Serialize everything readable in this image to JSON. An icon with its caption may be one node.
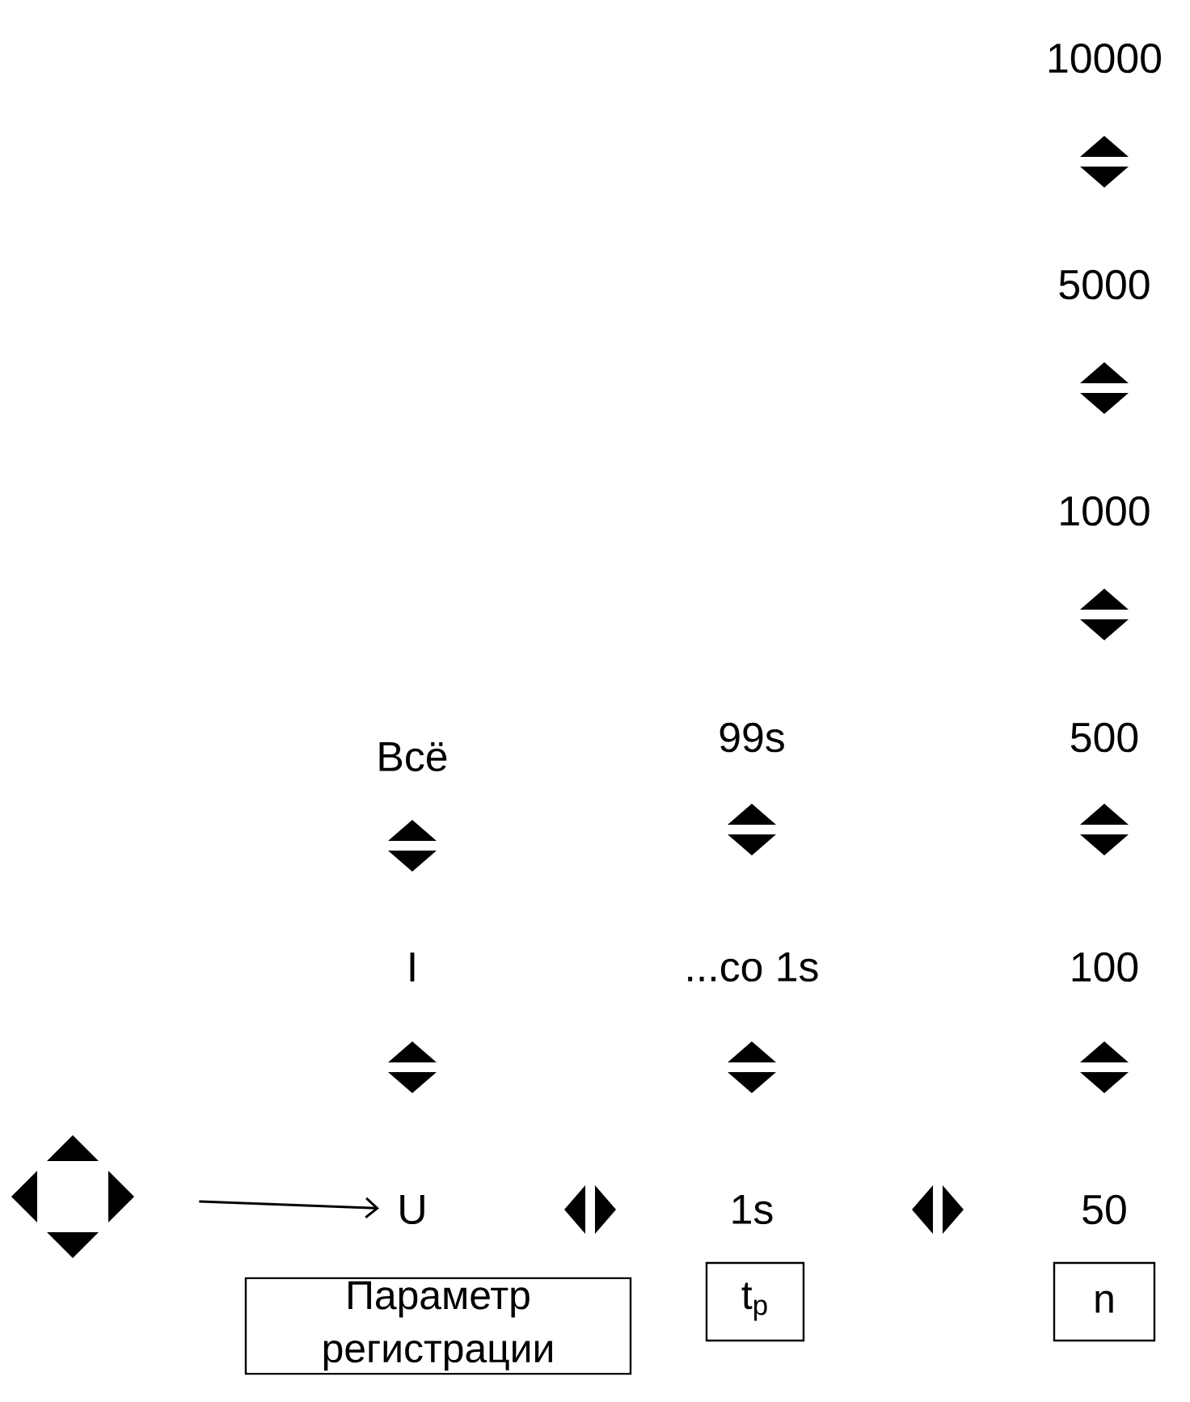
{
  "diagram": {
    "nodes": [
      {
        "text": [],
        "shape": "picture"
      },
      {
        "text": [
          "U"
        ]
      },
      {
        "text": [
          "I"
        ]
      },
      {
        "text": [
          "Всё"
        ]
      },
      {
        "text": [
          "1s"
        ]
      },
      {
        "text": [
          "...co 1s"
        ]
      },
      {
        "text": [
          "99s"
        ]
      },
      {
        "text": [
          "50"
        ]
      },
      {
        "text": [
          "100"
        ]
      },
      {
        "text": [
          "500"
        ]
      },
      {
        "text": [
          "1000"
        ]
      },
      {
        "text": [
          "5000"
        ]
      },
      {
        "text": [
          "10000"
        ]
      },
      {
        "text": [
          "Параметр регистрации"
        ]
      },
      {
        "text": [
          "t$_{p}$"
        ]
      },
      {
        "text": [
          "n"
        ]
      }
    ],
    "edges": [
      {
        "from": 0,
        "to": 1,
        "arrow": "to"
      }
    ]
  }
}
